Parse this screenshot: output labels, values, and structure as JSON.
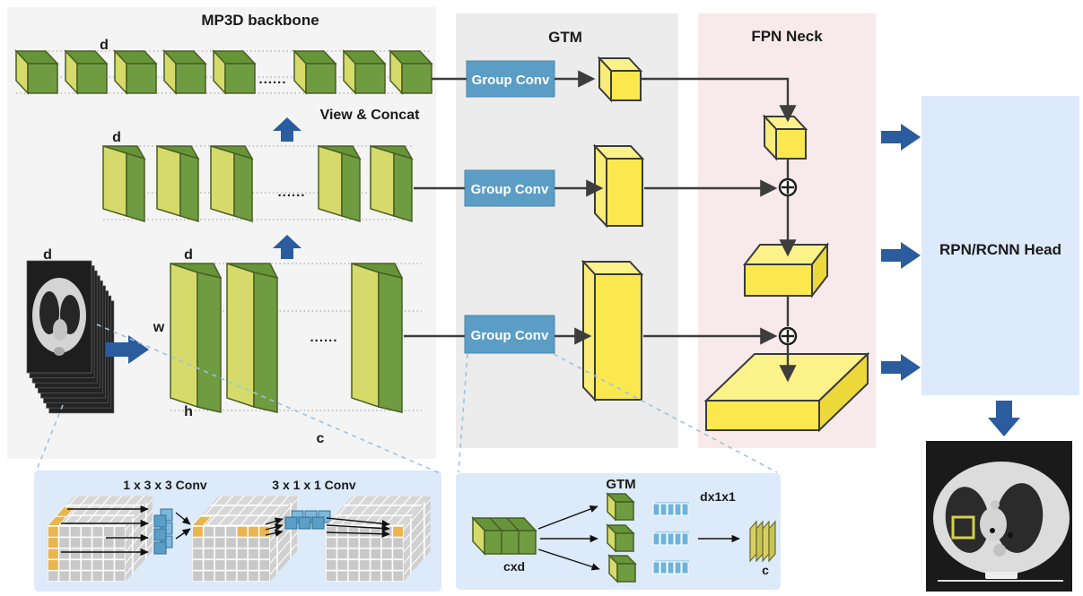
{
  "figure": {
    "backbone_title": "MP3D backbone",
    "gtm_title": "GTM",
    "fpn_title": "FPN Neck",
    "head_title": "RPN/RCNN Head",
    "view_concat": "View & Concat",
    "group_conv": "Group Conv",
    "dots": "......",
    "labels": {
      "d": "d",
      "w": "w",
      "h": "h",
      "c": "c"
    },
    "detail_left": {
      "conv1": "1 x 3 x 3 Conv",
      "conv2": "3 x 1 x 1 Conv"
    },
    "detail_gtm": {
      "title": "GTM",
      "cxd": "cxd",
      "dx1x1": "dx1x1",
      "c": "c"
    },
    "colors": {
      "panel_gray": "#f4f4f5",
      "panel_gray_dark": "#ececec",
      "panel_pink": "#f8eaea",
      "panel_blue": "#ddeafb",
      "detail_blue": "#dceafa",
      "green_face": "#6f9c41",
      "yellow_green_face": "#d5da6b",
      "yellow_face": "#fae84e",
      "button_blue": "#5b9dc5",
      "arrow_blue": "#2b5c9e",
      "orange_cell": "#eab54e",
      "kernel_blue": "#5b9ec6",
      "line_dark": "#3d3d3d"
    }
  }
}
